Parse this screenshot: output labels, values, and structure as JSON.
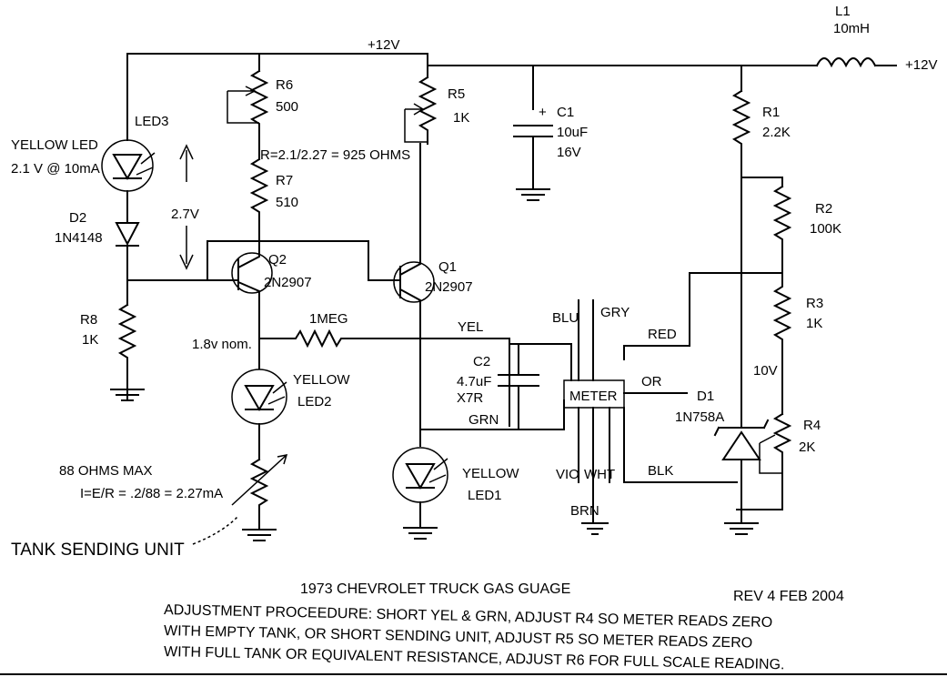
{
  "supply": {
    "top_rail": "+12V",
    "inductor_out": "+12V"
  },
  "inductor": {
    "ref": "L1",
    "value": "10mH"
  },
  "components": {
    "R1": {
      "ref": "R1",
      "value": "2.2K"
    },
    "R2": {
      "ref": "R2",
      "value": "100K"
    },
    "R3": {
      "ref": "R3",
      "value": "1K"
    },
    "R4": {
      "ref": "R4",
      "value": "2K"
    },
    "R5": {
      "ref": "R5",
      "value": "1K"
    },
    "R6": {
      "ref": "R6",
      "value": "500"
    },
    "R7": {
      "ref": "R7",
      "value": "510"
    },
    "R8": {
      "ref": "R8",
      "value": "1K"
    },
    "R1MEG": {
      "value": "1MEG"
    },
    "C1": {
      "ref": "C1",
      "value": "10uF",
      "voltage": "16V",
      "plus": "+"
    },
    "C2": {
      "ref": "C2",
      "value": "4.7uF",
      "type": "X7R"
    },
    "Q1": {
      "ref": "Q1",
      "part": "2N2907"
    },
    "Q2": {
      "ref": "Q2",
      "part": "2N2907"
    },
    "D1": {
      "ref": "D1",
      "part": "1N758A"
    },
    "D2": {
      "ref": "D2",
      "part": "1N4148"
    },
    "LED1": {
      "name": "YELLOW",
      "ref": "LED1"
    },
    "LED2": {
      "name": "YELLOW",
      "ref": "LED2"
    },
    "LED3": {
      "ref": "LED3"
    }
  },
  "annotations": {
    "led3_desc_1": "YELLOW LED",
    "led3_desc_2": "2.1 V @ 10mA",
    "r_calc": "R=2.1/2.27 = 925 OHMS",
    "v_27": "2.7V",
    "v_18": "1.8v nom.",
    "v_10": "10V",
    "ohms_max": "88 OHMS  MAX",
    "current_calc": "I=E/R = .2/88  = 2.27mA",
    "tank_unit": "TANK SENDING UNIT"
  },
  "meter": {
    "label": "METER",
    "wires": [
      "BLU",
      "GRY",
      "RED",
      "OR",
      "BLK",
      "VIO",
      "WHT",
      "BRN",
      "YEL",
      "GRN"
    ]
  },
  "footer": {
    "title": "1973 CHEVROLET TRUCK GAS GUAGE",
    "rev": "REV 4 FEB 2004",
    "proc_1": "ADJUSTMENT PROCEEDURE:  SHORT YEL & GRN, ADJUST R4 SO METER READS ZERO",
    "proc_2": "WITH EMPTY TANK, OR SHORT SENDING UNIT, ADJUST R5 SO METER READS ZERO",
    "proc_3": "WITH FULL TANK OR EQUIVALENT RESISTANCE, ADJUST R6 FOR FULL SCALE READING."
  }
}
